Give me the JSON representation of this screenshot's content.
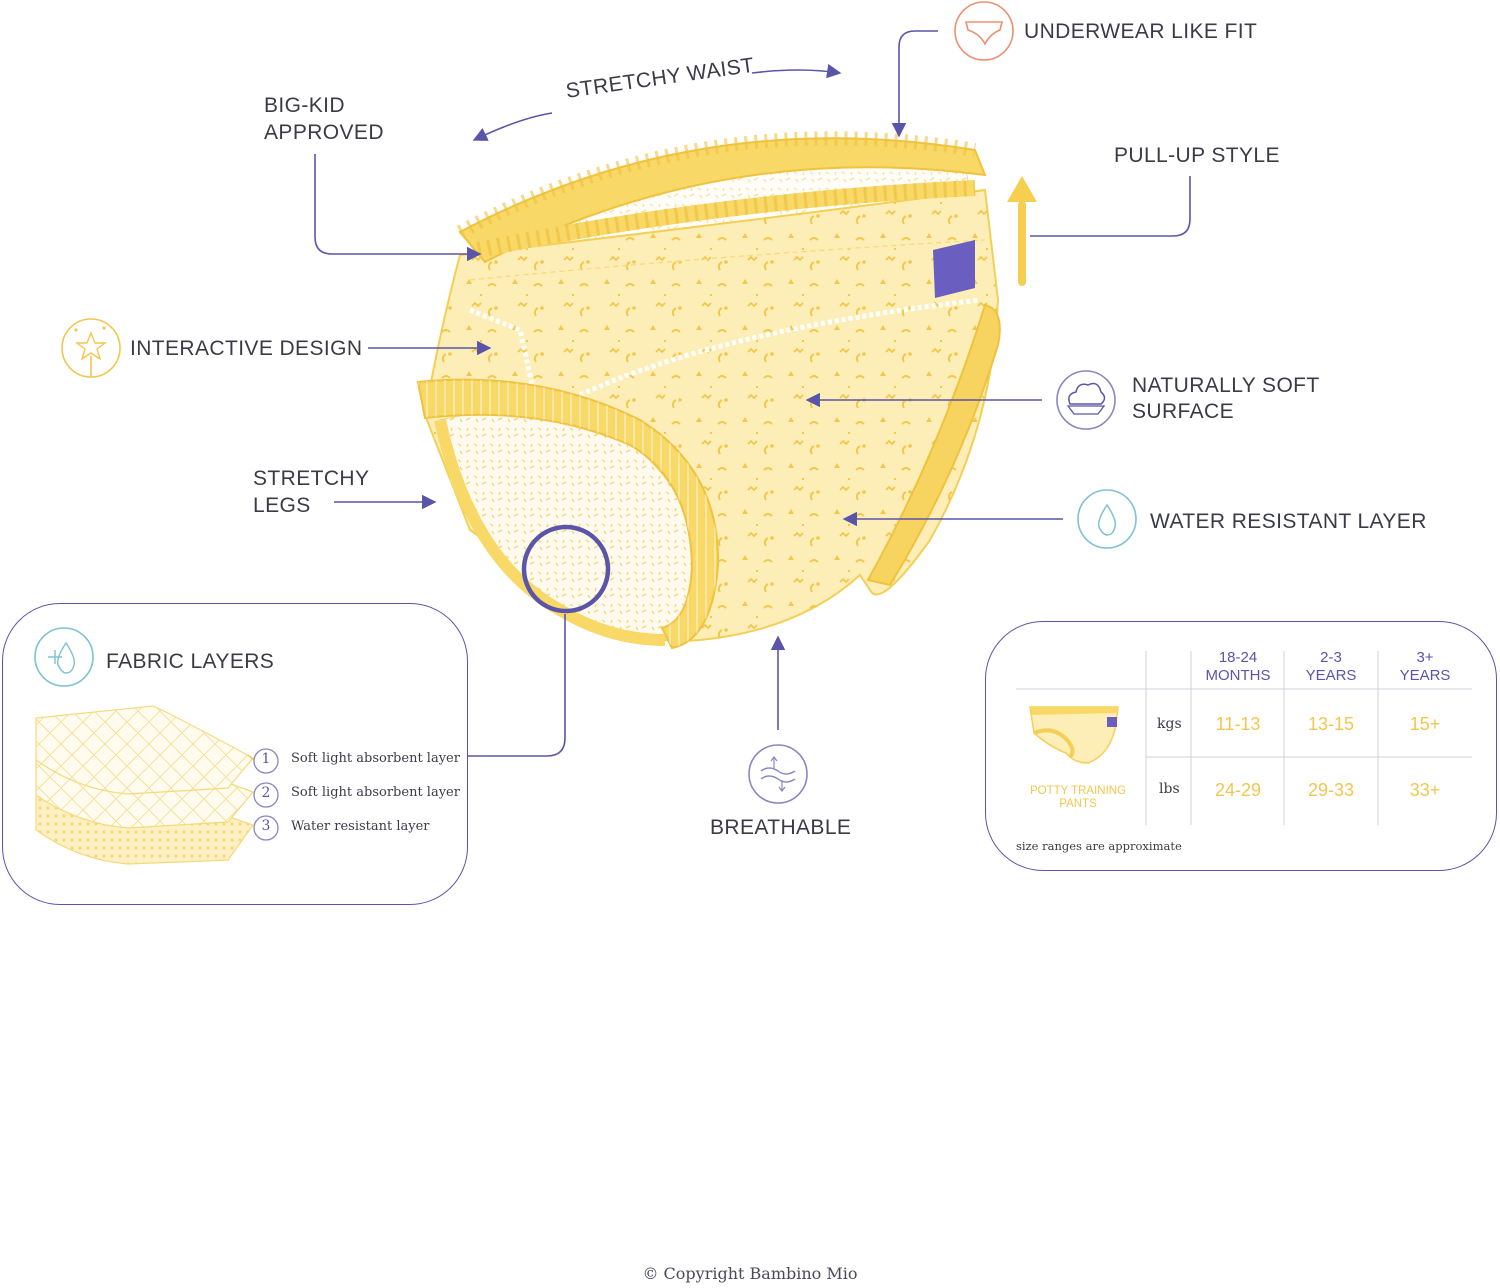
{
  "callouts": {
    "stretchy_waist": "STRETCHY WAIST",
    "underwear_fit": "UNDERWEAR LIKE FIT",
    "big_kid_1": "BIG-KID",
    "big_kid_2": "APPROVED",
    "pull_up": "PULL-UP STYLE",
    "interactive": "INTERACTIVE DESIGN",
    "soft_1": "NATURALLY SOFT",
    "soft_2": "SURFACE",
    "legs_1": "STRETCHY",
    "legs_2": "LEGS",
    "water": "WATER RESISTANT LAYER",
    "breathable": "BREATHABLE"
  },
  "fabric_panel": {
    "title": "FABRIC LAYERS",
    "layers": [
      {
        "number": "1",
        "label": "Soft light absorbent layer"
      },
      {
        "number": "2",
        "label": "Soft light absorbent layer"
      },
      {
        "number": "3",
        "label": "Water resistant layer"
      }
    ]
  },
  "size_table": {
    "columns": [
      {
        "line1": "18-24",
        "line2": "MONTHS"
      },
      {
        "line1": "2-3",
        "line2": "YEARS"
      },
      {
        "line1": "3+",
        "line2": "YEARS"
      }
    ],
    "product_label_1": "POTTY TRAINING",
    "product_label_2": "PANTS",
    "rows": [
      {
        "unit": "kgs",
        "values": [
          "11-13",
          "13-15",
          "15+"
        ]
      },
      {
        "unit": "lbs",
        "values": [
          "24-29",
          "29-33",
          "33+"
        ]
      }
    ],
    "note": "size ranges are approximate"
  },
  "copyright": "© Copyright Bambino Mio",
  "colors": {
    "accent_purple": "#5a55a8",
    "pant_yellow": "#f6d45e",
    "pant_fill": "#fdf1c4",
    "water_blue": "#7ec1d4",
    "fit_orange": "#ee8f70"
  }
}
